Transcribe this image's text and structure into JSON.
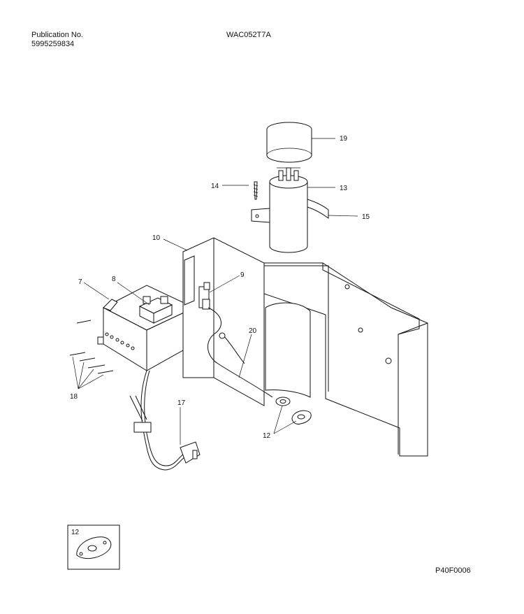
{
  "header": {
    "publication_label": "Publication No.",
    "publication_number": "5995259834",
    "model": "WAC052T7A"
  },
  "footer": {
    "drawing_code": "P40F0006"
  },
  "callouts": {
    "c19": "19",
    "c14": "14",
    "c13": "13",
    "c15": "15",
    "c10": "10",
    "c9": "9",
    "c7": "7",
    "c8": "8",
    "c20": "20",
    "c18": "18",
    "c17": "17",
    "c12": "12",
    "inset12": "12"
  }
}
